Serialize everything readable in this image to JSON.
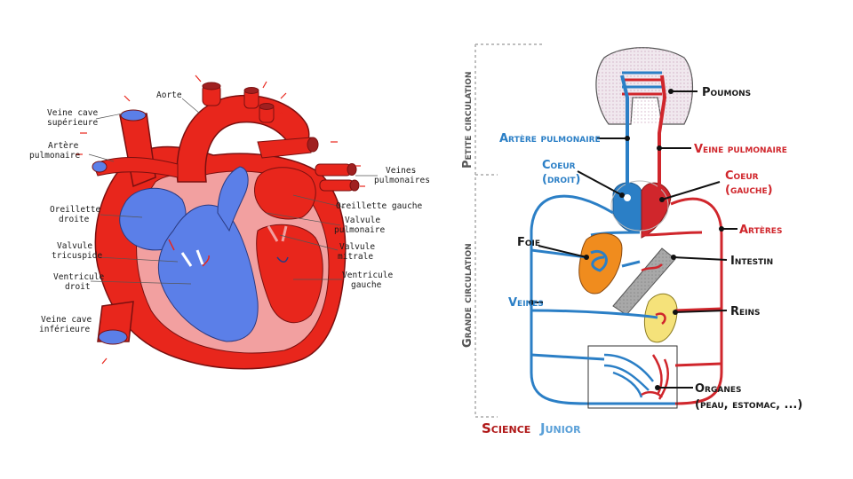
{
  "heart_labels": {
    "aorte": "Aorte",
    "veine_cave_sup_1": "Veine cave",
    "veine_cave_sup_2": "supérieure",
    "artere_pulm_1": "Artère",
    "artere_pulm_2": "pulmonaire",
    "veines_pulm_1": "Veines",
    "veines_pulm_2": "pulmonaires",
    "oreillette_droite_1": "Oreillette",
    "oreillette_droite_2": "droite",
    "oreillette_gauche": "Oreillette gauche",
    "valvule_pulm_1": "Valvule",
    "valvule_pulm_2": "pulmonaire",
    "valvule_tric_1": "Valvule",
    "valvule_tric_2": "tricuspide",
    "valvule_mitr_1": "Valvule",
    "valvule_mitr_2": "mitrale",
    "ventricule_droit_1": "Ventricule",
    "ventricule_droit_2": "droit",
    "ventricule_gauche_1": "Ventricule",
    "ventricule_gauche_2": "gauche",
    "veine_cave_inf_1": "Veine cave",
    "veine_cave_inf_2": "inférieure"
  },
  "circulation_labels": {
    "petite_circulation": "Petite circulation",
    "grande_circulation": "Grande circulation",
    "poumons": "Poumons",
    "artere_pulmonaire": "Artère pulmonaire",
    "veine_pulmonaire": "Veine pulmonaire",
    "coeur_droit_1": "Coeur",
    "coeur_droit_2": "(droit)",
    "coeur_gauche_1": "Coeur",
    "coeur_gauche_2": "(gauche)",
    "arteres": "Artères",
    "foie": "Foie",
    "intestin": "Intestin",
    "veines": "Veines",
    "reins": "Reins",
    "organes_1": "Organes",
    "organes_2": "(peau, estomac, ...)"
  },
  "logo": {
    "part1": "Science",
    "part2": "Junior"
  },
  "colors": {
    "blood_red": "#e8261c",
    "blood_blue": "#5b7fe8",
    "vessel_red": "#d0262c",
    "vessel_blue": "#2b7fc6",
    "liver": "#f08c1e",
    "kidney": "#f5e27a",
    "intestine": "#a8a8a8",
    "dashed_divider": "#999999"
  }
}
